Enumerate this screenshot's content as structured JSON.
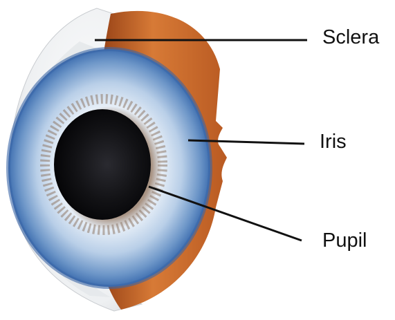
{
  "labels": {
    "sclera": "Sclera",
    "iris": "Iris",
    "pupil": "Pupil"
  },
  "colors": {
    "background": "#ffffff",
    "sclera": "#eef0f2",
    "sclera_shadow": "#c9ccd0",
    "choroid": "#c96a2c",
    "choroid_dark": "#8e3a12",
    "iris_outer": "#3f6fb0",
    "iris_inner": "#dfe9f5",
    "iris_collarette": "#8f7a6a",
    "pupil": "#0d0d10",
    "leader_line": "#111111"
  }
}
